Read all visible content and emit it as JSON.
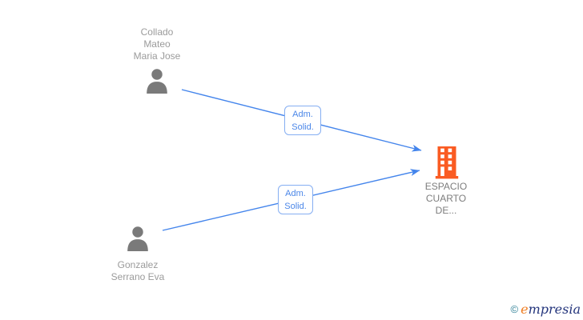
{
  "diagram": {
    "nodes": [
      {
        "id": "person-collado",
        "type": "person",
        "lines": [
          "Collado",
          "Mateo",
          "Maria Jose"
        ],
        "full_name": "Collado Mateo Maria Jose"
      },
      {
        "id": "person-gonzalez",
        "type": "person",
        "lines": [
          "Gonzalez",
          "Serrano Eva"
        ],
        "full_name": "Gonzalez Serrano Eva"
      },
      {
        "id": "company-espacio",
        "type": "company",
        "lines": [
          "ESPACIO",
          "CUARTO",
          "DE..."
        ],
        "full_name": "ESPACIO CUARTO DE..."
      }
    ],
    "edges": [
      {
        "from": "person-collado",
        "to": "company-espacio",
        "label": "Adm. Solid.",
        "label_lines": [
          "Adm.",
          "Solid."
        ]
      },
      {
        "from": "person-gonzalez",
        "to": "company-espacio",
        "label": "Adm. Solid.",
        "label_lines": [
          "Adm.",
          "Solid."
        ]
      }
    ]
  },
  "footer": {
    "copyright_symbol": "©",
    "brand_first_letter": "e",
    "brand_rest": "mpresia",
    "brand_full": "empresia"
  },
  "colors": {
    "background": "#ffffff",
    "edge_blue": "#4485ec",
    "edge_label_border": "#85aef2",
    "edge_label_text": "#4a86e8",
    "person_gray": "#7a7a7a",
    "names_gray": "#9b9b9b",
    "company_gray": "#7d7d7d",
    "company_orange": "#fa5b22",
    "logo_teal": "#2d7f95",
    "logo_orange": "#ef7d22",
    "logo_navy": "#24357c"
  }
}
